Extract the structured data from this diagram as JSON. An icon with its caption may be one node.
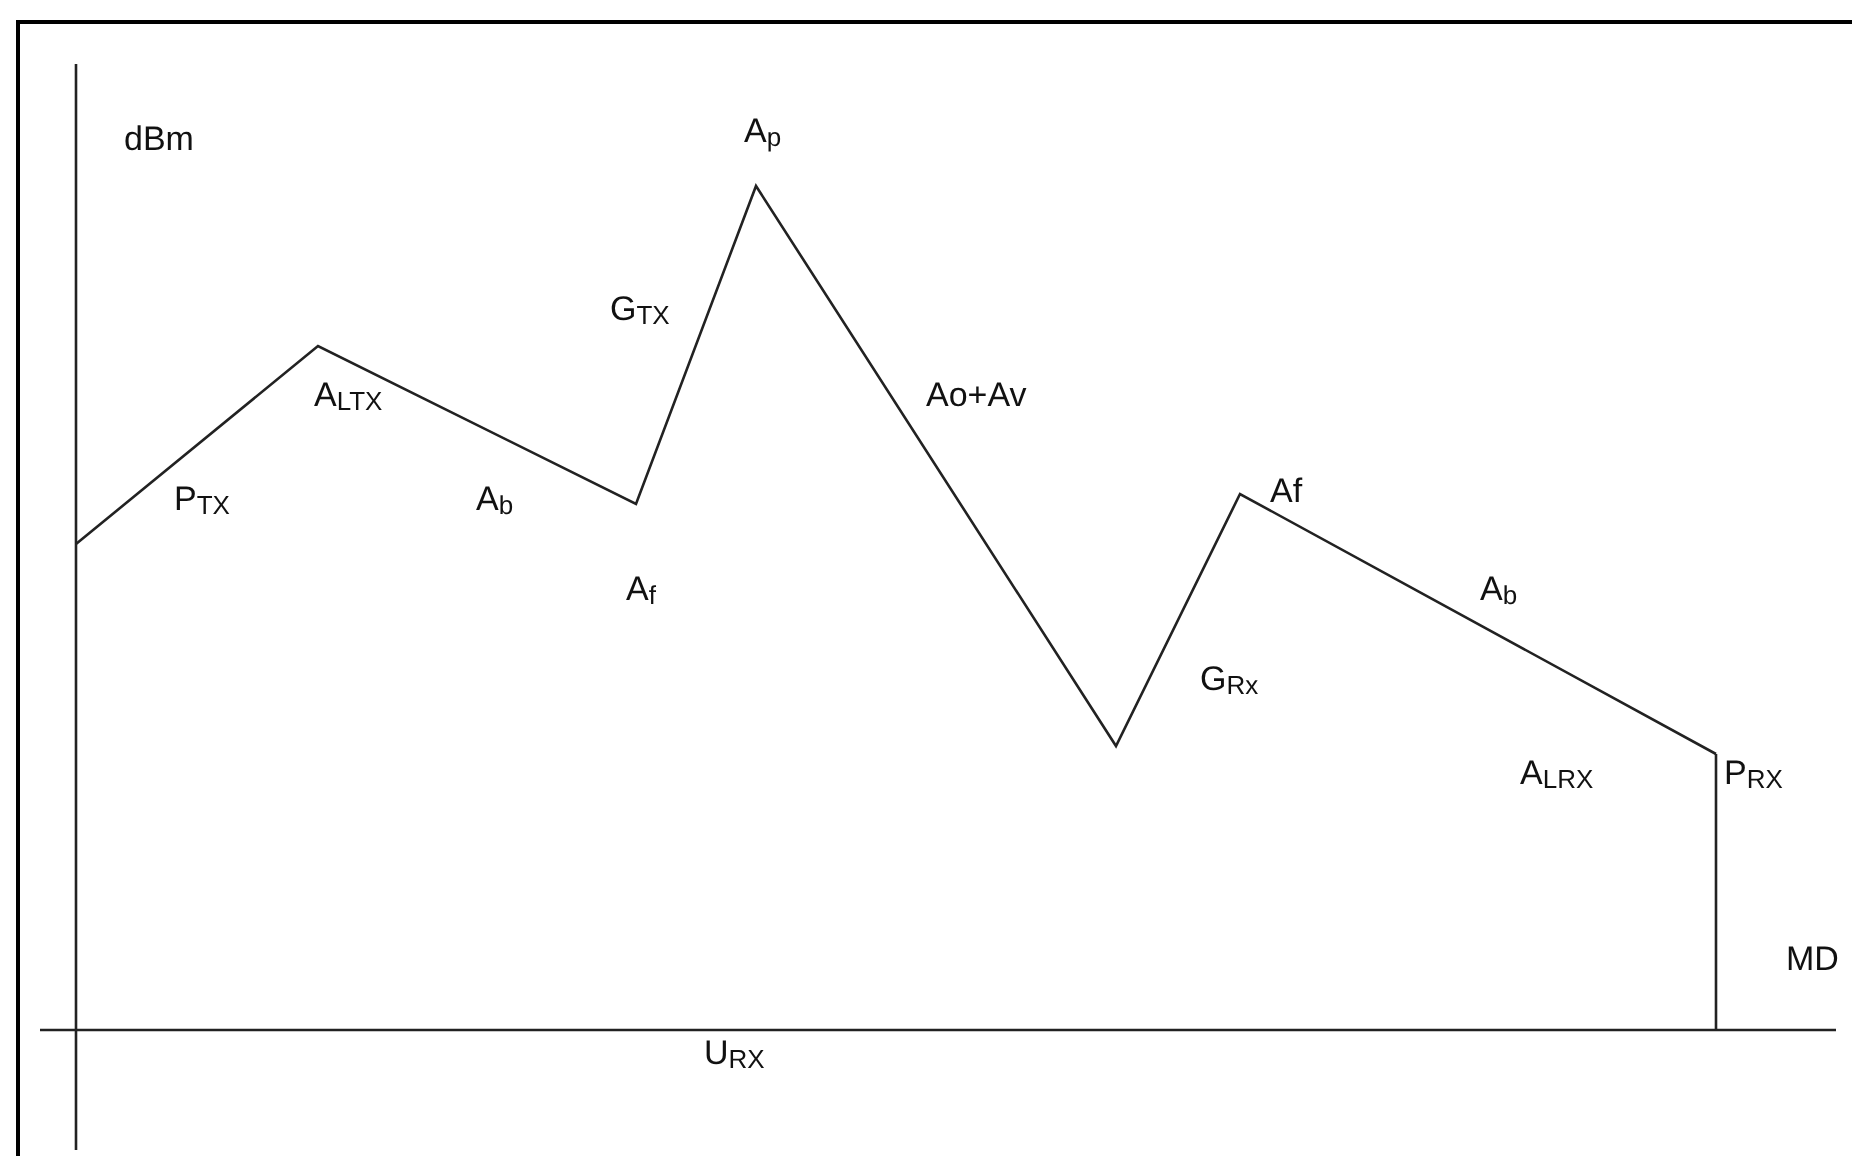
{
  "diagram": {
    "labels": [
      "dBm",
      "A$_{p}$",
      "G$_{TX}$",
      "A$_{LTX}$",
      "Ao+Av",
      "P$_{TX}$",
      "A$_{b}$",
      "Af",
      "A$_{f}$",
      "A$_{b}$",
      "G$_{Rx}$",
      "A$_{LRX}$",
      "P$_{RX}$",
      "MD",
      "U$_{RX}$"
    ]
  }
}
